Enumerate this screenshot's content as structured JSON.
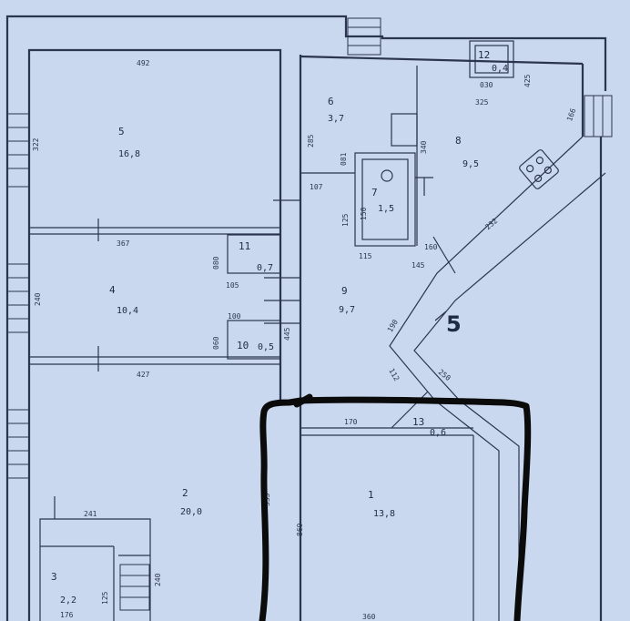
{
  "rooms": [
    {
      "id": "5",
      "area": "16,8"
    },
    {
      "id": "4",
      "area": "10,4"
    },
    {
      "id": "2",
      "area": "20,0"
    },
    {
      "id": "3",
      "area": "2,2"
    },
    {
      "id": "6",
      "area": "3,7"
    },
    {
      "id": "7",
      "area": "1,5"
    },
    {
      "id": "8",
      "area": "9,5"
    },
    {
      "id": "9",
      "area": "9,7"
    },
    {
      "id": "11",
      "area": "0,7"
    },
    {
      "id": "10",
      "area": "0,5"
    },
    {
      "id": "12",
      "area": "0,4"
    },
    {
      "id": "13",
      "area": "0,6"
    },
    {
      "id": "1",
      "area": "13,8"
    }
  ],
  "dimensions": [
    "492",
    "322",
    "367",
    "240",
    "427",
    "241",
    "240",
    "176",
    "125",
    "335",
    "445",
    "869",
    "360",
    "170",
    "250",
    "190",
    "112",
    "232",
    "325",
    "340",
    "107",
    "105",
    "100",
    "080",
    "060",
    "115",
    "125",
    "150",
    "160",
    "145",
    "425",
    "166",
    "285",
    "081",
    "030"
  ],
  "section_mark": "5",
  "colors": {
    "paper": "#c9d8ee",
    "ink": "#2b3550",
    "marker": "#0b0b0b"
  }
}
